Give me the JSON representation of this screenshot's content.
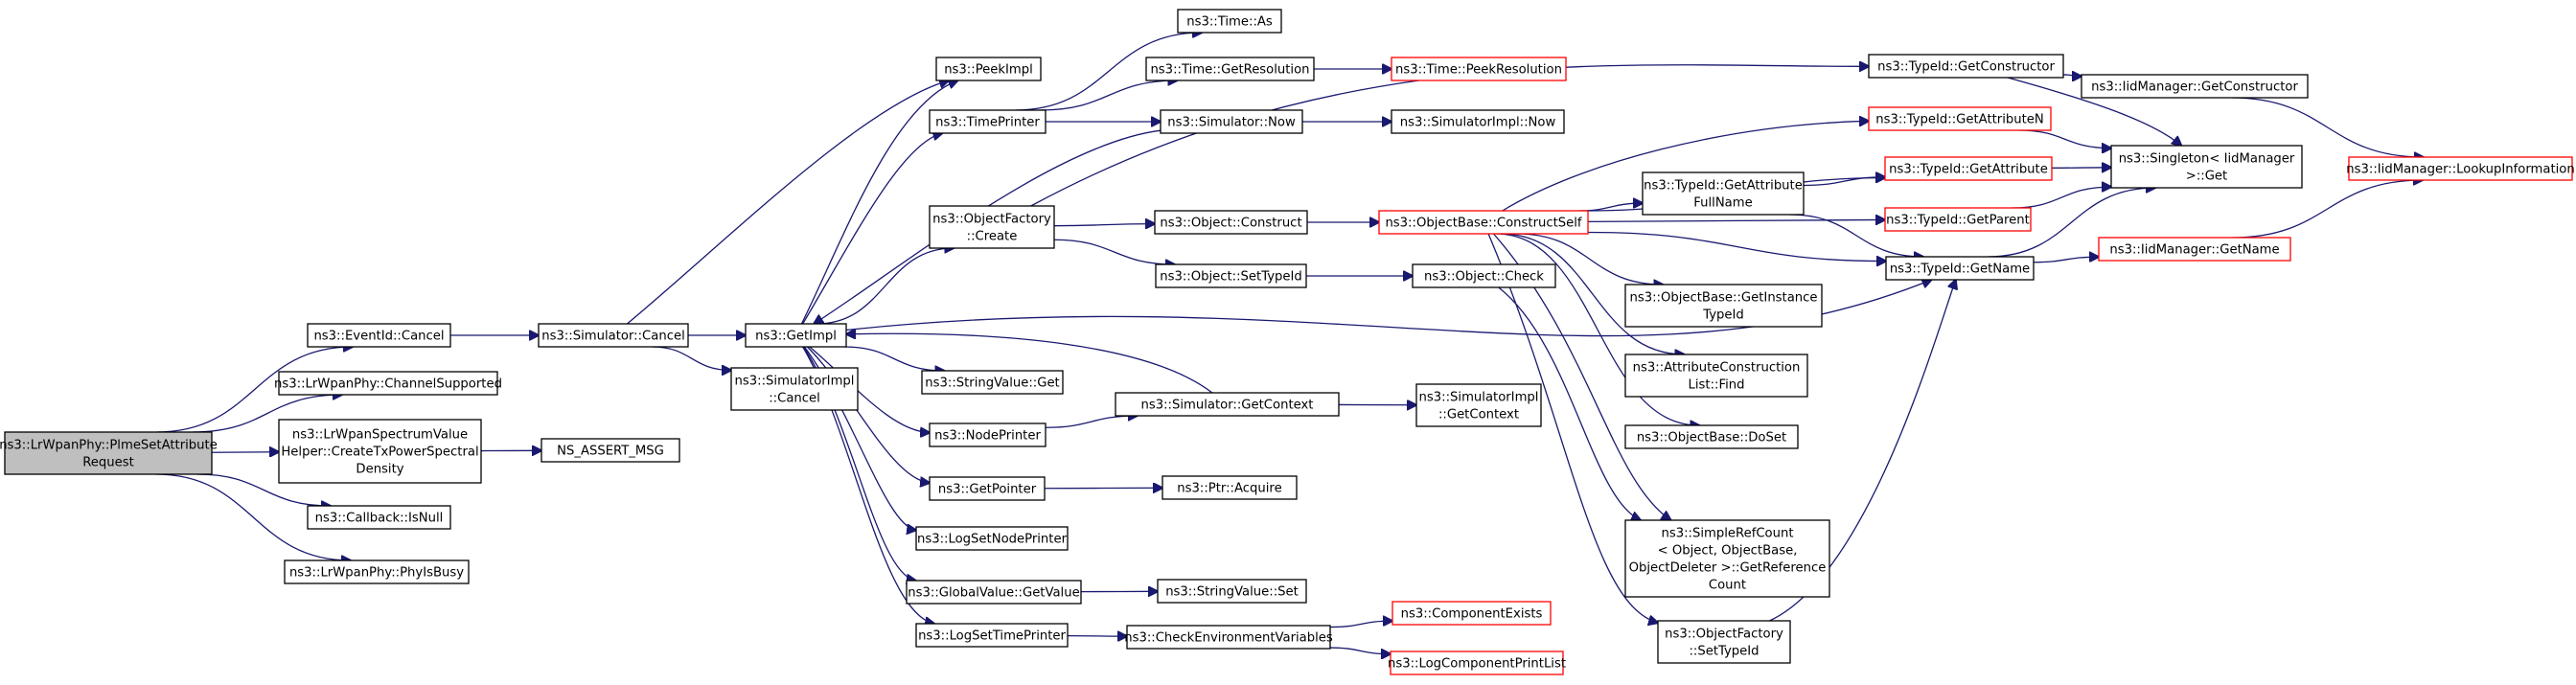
{
  "colors": {
    "background": "#ffffff",
    "edge": "#191970",
    "node_border_default": "#000000",
    "node_border_external": "#ff0000",
    "node_fill_default": "#ffffff",
    "node_fill_root": "#bfbfbf",
    "text": "#000000"
  },
  "nodes": [
    {
      "id": "root",
      "lines": [
        "ns3::LrWpanPhy::PlmeSetAttribute",
        "Request"
      ],
      "style": "root"
    },
    {
      "id": "eventid_cancel",
      "lines": [
        "ns3::EventId::Cancel"
      ],
      "style": "default"
    },
    {
      "id": "channel_supported",
      "lines": [
        "ns3::LrWpanPhy::ChannelSupported"
      ],
      "style": "default"
    },
    {
      "id": "create_tx_psd",
      "lines": [
        "ns3::LrWpanSpectrumValue",
        "Helper::CreateTxPowerSpectral",
        "Density"
      ],
      "style": "default"
    },
    {
      "id": "callback_isnull",
      "lines": [
        "ns3::Callback::IsNull"
      ],
      "style": "default"
    },
    {
      "id": "phy_is_busy",
      "lines": [
        "ns3::LrWpanPhy::PhyIsBusy"
      ],
      "style": "default"
    },
    {
      "id": "simulator_cancel",
      "lines": [
        "ns3::Simulator::Cancel"
      ],
      "style": "default"
    },
    {
      "id": "ns_assert_msg",
      "lines": [
        "NS_ASSERT_MSG"
      ],
      "style": "default"
    },
    {
      "id": "get_impl",
      "lines": [
        "ns3::GetImpl"
      ],
      "style": "default"
    },
    {
      "id": "simimpl_cancel",
      "lines": [
        "ns3::SimulatorImpl",
        "::Cancel"
      ],
      "style": "default"
    },
    {
      "id": "peek_impl",
      "lines": [
        "ns3::PeekImpl"
      ],
      "style": "default"
    },
    {
      "id": "time_printer",
      "lines": [
        "ns3::TimePrinter"
      ],
      "style": "default"
    },
    {
      "id": "objfactory_create",
      "lines": [
        "ns3::ObjectFactory",
        "::Create"
      ],
      "style": "default"
    },
    {
      "id": "stringvalue_get",
      "lines": [
        "ns3::StringValue::Get"
      ],
      "style": "default"
    },
    {
      "id": "node_printer",
      "lines": [
        "ns3::NodePrinter"
      ],
      "style": "default"
    },
    {
      "id": "get_pointer",
      "lines": [
        "ns3::GetPointer"
      ],
      "style": "default"
    },
    {
      "id": "log_set_node_printer",
      "lines": [
        "ns3::LogSetNodePrinter"
      ],
      "style": "default"
    },
    {
      "id": "globalvalue_getvalue",
      "lines": [
        "ns3::GlobalValue::GetValue"
      ],
      "style": "default"
    },
    {
      "id": "log_set_time_printer",
      "lines": [
        "ns3::LogSetTimePrinter"
      ],
      "style": "default"
    },
    {
      "id": "time_as",
      "lines": [
        "ns3::Time::As"
      ],
      "style": "default"
    },
    {
      "id": "time_getresolution",
      "lines": [
        "ns3::Time::GetResolution"
      ],
      "style": "default"
    },
    {
      "id": "simulator_now",
      "lines": [
        "ns3::Simulator::Now"
      ],
      "style": "default"
    },
    {
      "id": "object_construct",
      "lines": [
        "ns3::Object::Construct"
      ],
      "style": "default"
    },
    {
      "id": "object_settypeid",
      "lines": [
        "ns3::Object::SetTypeId"
      ],
      "style": "default"
    },
    {
      "id": "simulator_getcontext",
      "lines": [
        "ns3::Simulator::GetContext"
      ],
      "style": "default"
    },
    {
      "id": "ptr_acquire",
      "lines": [
        "ns3::Ptr::Acquire"
      ],
      "style": "default"
    },
    {
      "id": "stringvalue_set",
      "lines": [
        "ns3::StringValue::Set"
      ],
      "style": "default"
    },
    {
      "id": "check_env_vars",
      "lines": [
        "ns3::CheckEnvironmentVariables"
      ],
      "style": "default"
    },
    {
      "id": "time_peekresolution",
      "lines": [
        "ns3::Time::PeekResolution"
      ],
      "style": "external"
    },
    {
      "id": "simimpl_now",
      "lines": [
        "ns3::SimulatorImpl::Now"
      ],
      "style": "default"
    },
    {
      "id": "objbase_constructself",
      "lines": [
        "ns3::ObjectBase::ConstructSelf"
      ],
      "style": "external"
    },
    {
      "id": "object_check",
      "lines": [
        "ns3::Object::Check"
      ],
      "style": "default"
    },
    {
      "id": "simimpl_getcontext",
      "lines": [
        "ns3::SimulatorImpl",
        "::GetContext"
      ],
      "style": "default"
    },
    {
      "id": "component_exists",
      "lines": [
        "ns3::ComponentExists"
      ],
      "style": "external"
    },
    {
      "id": "log_component_print_list",
      "lines": [
        "ns3::LogComponentPrintList"
      ],
      "style": "external"
    },
    {
      "id": "typeid_getattr_fullname",
      "lines": [
        "ns3::TypeId::GetAttribute",
        "FullName"
      ],
      "style": "default"
    },
    {
      "id": "objbase_getinstancetypeid",
      "lines": [
        "ns3::ObjectBase::GetInstance",
        "TypeId"
      ],
      "style": "default"
    },
    {
      "id": "attr_construction_list_find",
      "lines": [
        "ns3::AttributeConstruction",
        "List::Find"
      ],
      "style": "default"
    },
    {
      "id": "objbase_doset",
      "lines": [
        "ns3::ObjectBase::DoSet"
      ],
      "style": "default"
    },
    {
      "id": "simplerefcount_getrefcount",
      "lines": [
        "ns3::SimpleRefCount",
        "< Object, ObjectBase,",
        "ObjectDeleter >::GetReference",
        "Count"
      ],
      "style": "default"
    },
    {
      "id": "objfactory_settypeid",
      "lines": [
        "ns3::ObjectFactory",
        "::SetTypeId"
      ],
      "style": "default"
    },
    {
      "id": "typeid_getconstructor",
      "lines": [
        "ns3::TypeId::GetConstructor"
      ],
      "style": "default"
    },
    {
      "id": "typeid_getattributen",
      "lines": [
        "ns3::TypeId::GetAttributeN"
      ],
      "style": "external"
    },
    {
      "id": "typeid_getattribute",
      "lines": [
        "ns3::TypeId::GetAttribute"
      ],
      "style": "external"
    },
    {
      "id": "typeid_getparent",
      "lines": [
        "ns3::TypeId::GetParent"
      ],
      "style": "external"
    },
    {
      "id": "typeid_getname",
      "lines": [
        "ns3::TypeId::GetName"
      ],
      "style": "default"
    },
    {
      "id": "iidmanager_getconstructor",
      "lines": [
        "ns3::IidManager::GetConstructor"
      ],
      "style": "default"
    },
    {
      "id": "singleton_get",
      "lines": [
        "ns3::Singleton< IidManager",
        " >::Get"
      ],
      "style": "default"
    },
    {
      "id": "iidmanager_getname",
      "lines": [
        "ns3::IidManager::GetName"
      ],
      "style": "external"
    },
    {
      "id": "iidmanager_lookupinformation",
      "lines": [
        "ns3::IidManager::LookupInformation"
      ],
      "style": "external"
    }
  ],
  "edges": [
    [
      "root",
      "eventid_cancel"
    ],
    [
      "root",
      "channel_supported"
    ],
    [
      "root",
      "create_tx_psd"
    ],
    [
      "root",
      "callback_isnull"
    ],
    [
      "root",
      "phy_is_busy"
    ],
    [
      "eventid_cancel",
      "simulator_cancel"
    ],
    [
      "create_tx_psd",
      "ns_assert_msg"
    ],
    [
      "simulator_cancel",
      "get_impl"
    ],
    [
      "simulator_cancel",
      "simimpl_cancel"
    ],
    [
      "simulator_cancel",
      "peek_impl"
    ],
    [
      "get_impl",
      "peek_impl"
    ],
    [
      "get_impl",
      "time_printer"
    ],
    [
      "get_impl",
      "objfactory_create"
    ],
    [
      "get_impl",
      "stringvalue_get"
    ],
    [
      "get_impl",
      "node_printer"
    ],
    [
      "get_impl",
      "get_pointer"
    ],
    [
      "get_impl",
      "log_set_node_printer"
    ],
    [
      "get_impl",
      "globalvalue_getvalue"
    ],
    [
      "get_impl",
      "log_set_time_printer"
    ],
    [
      "get_impl",
      "typeid_getname"
    ],
    [
      "time_printer",
      "time_as"
    ],
    [
      "time_printer",
      "time_getresolution"
    ],
    [
      "time_printer",
      "simulator_now"
    ],
    [
      "time_getresolution",
      "time_peekresolution"
    ],
    [
      "simulator_now",
      "simimpl_now"
    ],
    [
      "simulator_now",
      "get_impl"
    ],
    [
      "objfactory_create",
      "object_construct"
    ],
    [
      "objfactory_create",
      "object_settypeid"
    ],
    [
      "objfactory_create",
      "typeid_getconstructor"
    ],
    [
      "object_construct",
      "objbase_constructself"
    ],
    [
      "object_settypeid",
      "object_check"
    ],
    [
      "object_check",
      "simplerefcount_getrefcount"
    ],
    [
      "node_printer",
      "simulator_getcontext"
    ],
    [
      "simulator_getcontext",
      "simimpl_getcontext"
    ],
    [
      "simulator_getcontext",
      "get_impl"
    ],
    [
      "get_pointer",
      "ptr_acquire"
    ],
    [
      "globalvalue_getvalue",
      "stringvalue_set"
    ],
    [
      "log_set_time_printer",
      "check_env_vars"
    ],
    [
      "check_env_vars",
      "component_exists"
    ],
    [
      "check_env_vars",
      "log_component_print_list"
    ],
    [
      "objbase_constructself",
      "typeid_getattributen"
    ],
    [
      "objbase_constructself",
      "typeid_getattribute"
    ],
    [
      "objbase_constructself",
      "typeid_getattr_fullname"
    ],
    [
      "objbase_constructself",
      "typeid_getparent"
    ],
    [
      "objbase_constructself",
      "objbase_getinstancetypeid"
    ],
    [
      "objbase_constructself",
      "attr_construction_list_find"
    ],
    [
      "objbase_constructself",
      "objbase_doset"
    ],
    [
      "objbase_constructself",
      "typeid_getname"
    ],
    [
      "objbase_constructself",
      "simplerefcount_getrefcount"
    ],
    [
      "objbase_constructself",
      "objfactory_settypeid"
    ],
    [
      "typeid_getattr_fullname",
      "typeid_getattribute"
    ],
    [
      "typeid_getattr_fullname",
      "typeid_getname"
    ],
    [
      "objfactory_settypeid",
      "typeid_getname"
    ],
    [
      "typeid_getconstructor",
      "iidmanager_getconstructor"
    ],
    [
      "typeid_getconstructor",
      "singleton_get"
    ],
    [
      "typeid_getattributen",
      "singleton_get"
    ],
    [
      "typeid_getattribute",
      "singleton_get"
    ],
    [
      "typeid_getparent",
      "singleton_get"
    ],
    [
      "typeid_getname",
      "singleton_get"
    ],
    [
      "typeid_getname",
      "iidmanager_getname"
    ],
    [
      "iidmanager_getconstructor",
      "iidmanager_lookupinformation"
    ],
    [
      "iidmanager_getname",
      "iidmanager_lookupinformation"
    ]
  ]
}
